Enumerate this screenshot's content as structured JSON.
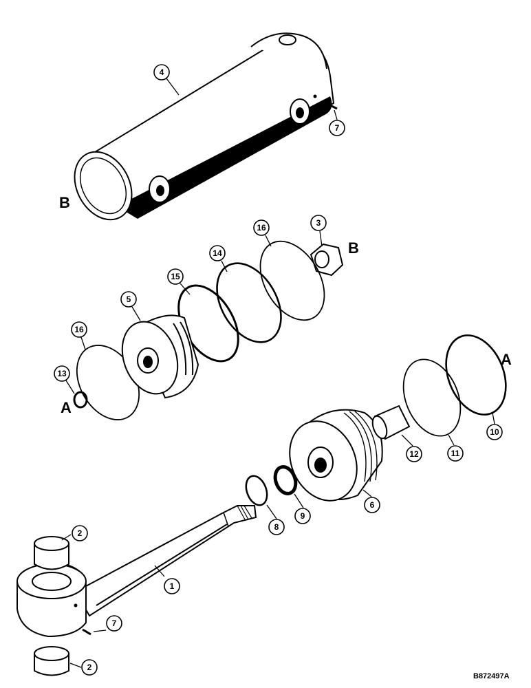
{
  "callouts": {
    "c1": "1",
    "c2a": "2",
    "c2b": "2",
    "c3": "3",
    "c4": "4",
    "c5": "5",
    "c6": "6",
    "c7a": "7",
    "c7b": "7",
    "c8": "8",
    "c9": "9",
    "c10": "10",
    "c11": "11",
    "c12": "12",
    "c13": "13",
    "c14": "14",
    "c15": "15",
    "c16a": "16",
    "c16b": "16"
  },
  "letters": {
    "a1": "A",
    "a2": "A",
    "b1": "B",
    "b2": "B"
  },
  "reference": "B872497A"
}
